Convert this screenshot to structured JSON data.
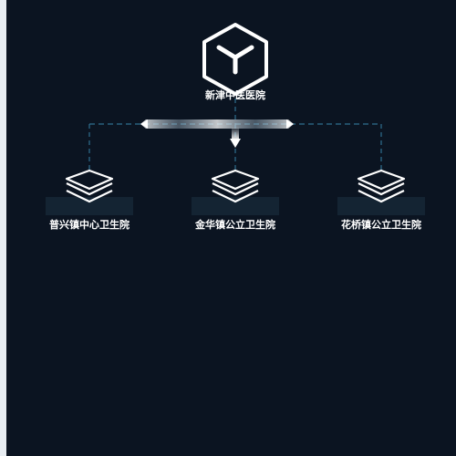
{
  "root": {
    "label": "新津中医医院",
    "icon": "cube-icon"
  },
  "children": [
    {
      "label": "普兴镇中心卫生院",
      "icon": "layers-icon"
    },
    {
      "label": "金华镇公立卫生院",
      "icon": "layers-icon"
    },
    {
      "label": "花桥镇公立卫生院",
      "icon": "layers-icon"
    }
  ],
  "colors": {
    "background": "#0b1421",
    "connector": "#2f6f8f",
    "icon": "#ffffff",
    "text": "#ffffff"
  }
}
